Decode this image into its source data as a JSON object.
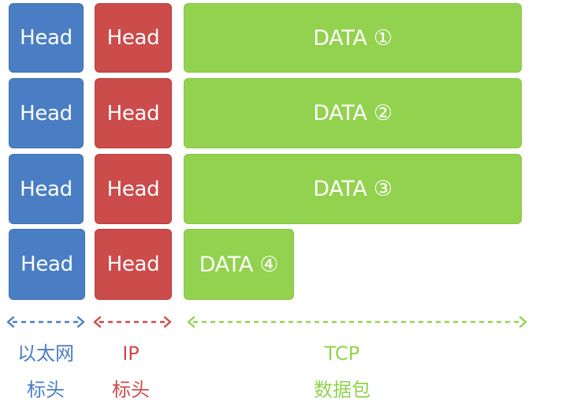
{
  "colors": {
    "ethernet": "#4a7ec4",
    "ip": "#cc4b4b",
    "tcp": "#93d24f"
  },
  "rows": [
    {
      "ethernet_head": "Head",
      "ip_head": "Head",
      "data": "DATA ①"
    },
    {
      "ethernet_head": "Head",
      "ip_head": "Head",
      "data": "DATA ②"
    },
    {
      "ethernet_head": "Head",
      "ip_head": "Head",
      "data": "DATA ③"
    },
    {
      "ethernet_head": "Head",
      "ip_head": "Head",
      "data": "DATA ④"
    }
  ],
  "legend": {
    "ethernet": {
      "line1": "以太网",
      "line2": "标头"
    },
    "ip": {
      "line1": "IP",
      "line2": "标头"
    },
    "tcp": {
      "line1": "TCP",
      "line2": "数据包"
    }
  }
}
